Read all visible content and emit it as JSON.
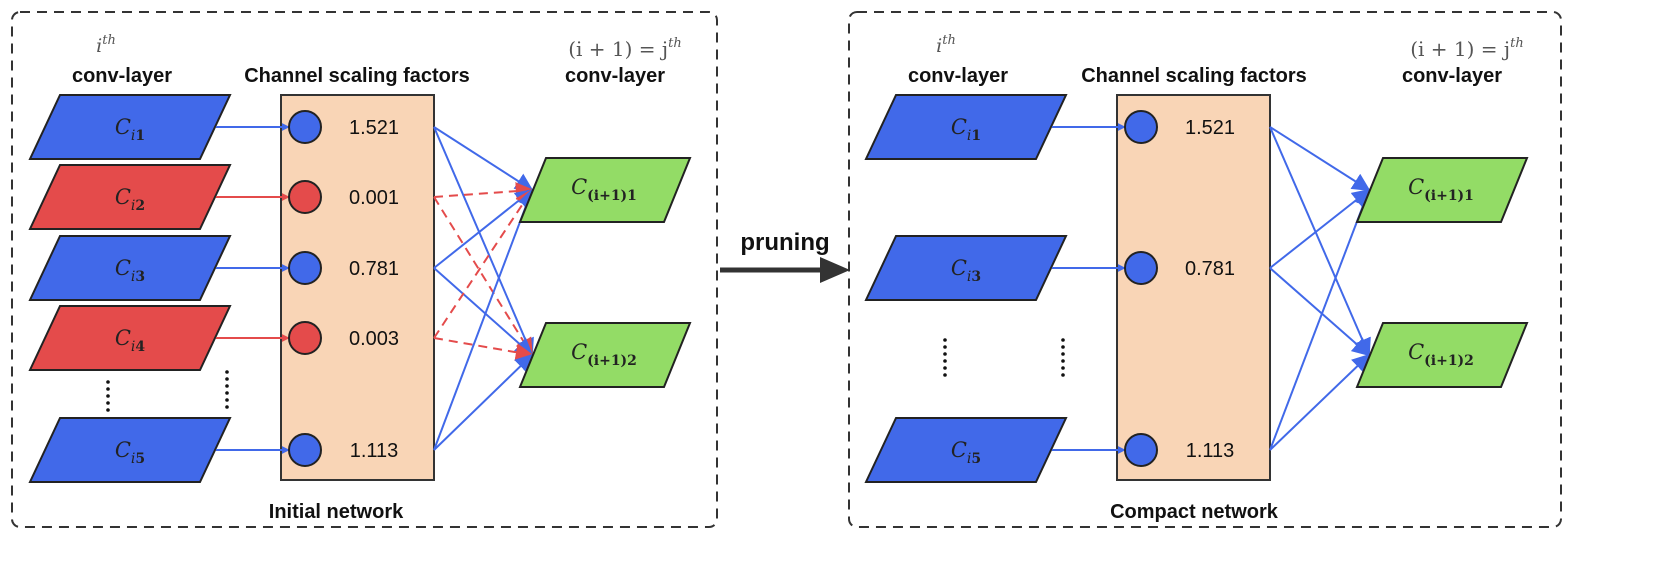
{
  "colors": {
    "blue_channel": "#4169e9",
    "red_channel": "#e44b4b",
    "green_channel": "#93dc66",
    "scaling_box": "#f9d5b6",
    "kept_line": "#4169e9",
    "pruned_line": "#e44b4b",
    "arrow": "#333333"
  },
  "arrow": {
    "label": "pruning"
  },
  "initial": {
    "caption": "Initial network",
    "left_header": {
      "super": "i",
      "sup": "th",
      "label": "conv-layer"
    },
    "mid_header": "Channel scaling factors",
    "right_header": {
      "math_prefix": "(i + 1) = j",
      "sup": "th",
      "label": "conv-layer"
    },
    "channels": [
      {
        "base": "C",
        "sub_i": "i",
        "sub_n": "1",
        "factor": "1.521",
        "pruned": false
      },
      {
        "base": "C",
        "sub_i": "i",
        "sub_n": "2",
        "factor": "0.001",
        "pruned": true
      },
      {
        "base": "C",
        "sub_i": "i",
        "sub_n": "3",
        "factor": "0.781",
        "pruned": false
      },
      {
        "base": "C",
        "sub_i": "i",
        "sub_n": "4",
        "factor": "0.003",
        "pruned": true
      },
      {
        "base": "C",
        "sub_i": "i",
        "sub_n": "5",
        "factor": "1.113",
        "pruned": false
      }
    ],
    "outputs": [
      {
        "base": "C",
        "sub": "(i+1)1"
      },
      {
        "base": "C",
        "sub": "(i+1)2"
      }
    ]
  },
  "compact": {
    "caption": "Compact network",
    "left_header": {
      "super": "i",
      "sup": "th",
      "label": "conv-layer"
    },
    "mid_header": "Channel scaling factors",
    "right_header": {
      "math_prefix": "(i + 1) = j",
      "sup": "th",
      "label": "conv-layer"
    },
    "channels": [
      {
        "base": "C",
        "sub_i": "i",
        "sub_n": "1",
        "factor": "1.521"
      },
      {
        "base": "C",
        "sub_i": "i",
        "sub_n": "3",
        "factor": "0.781"
      },
      {
        "base": "C",
        "sub_i": "i",
        "sub_n": "5",
        "factor": "1.113"
      }
    ],
    "outputs": [
      {
        "base": "C",
        "sub": "(i+1)1"
      },
      {
        "base": "C",
        "sub": "(i+1)2"
      }
    ]
  }
}
